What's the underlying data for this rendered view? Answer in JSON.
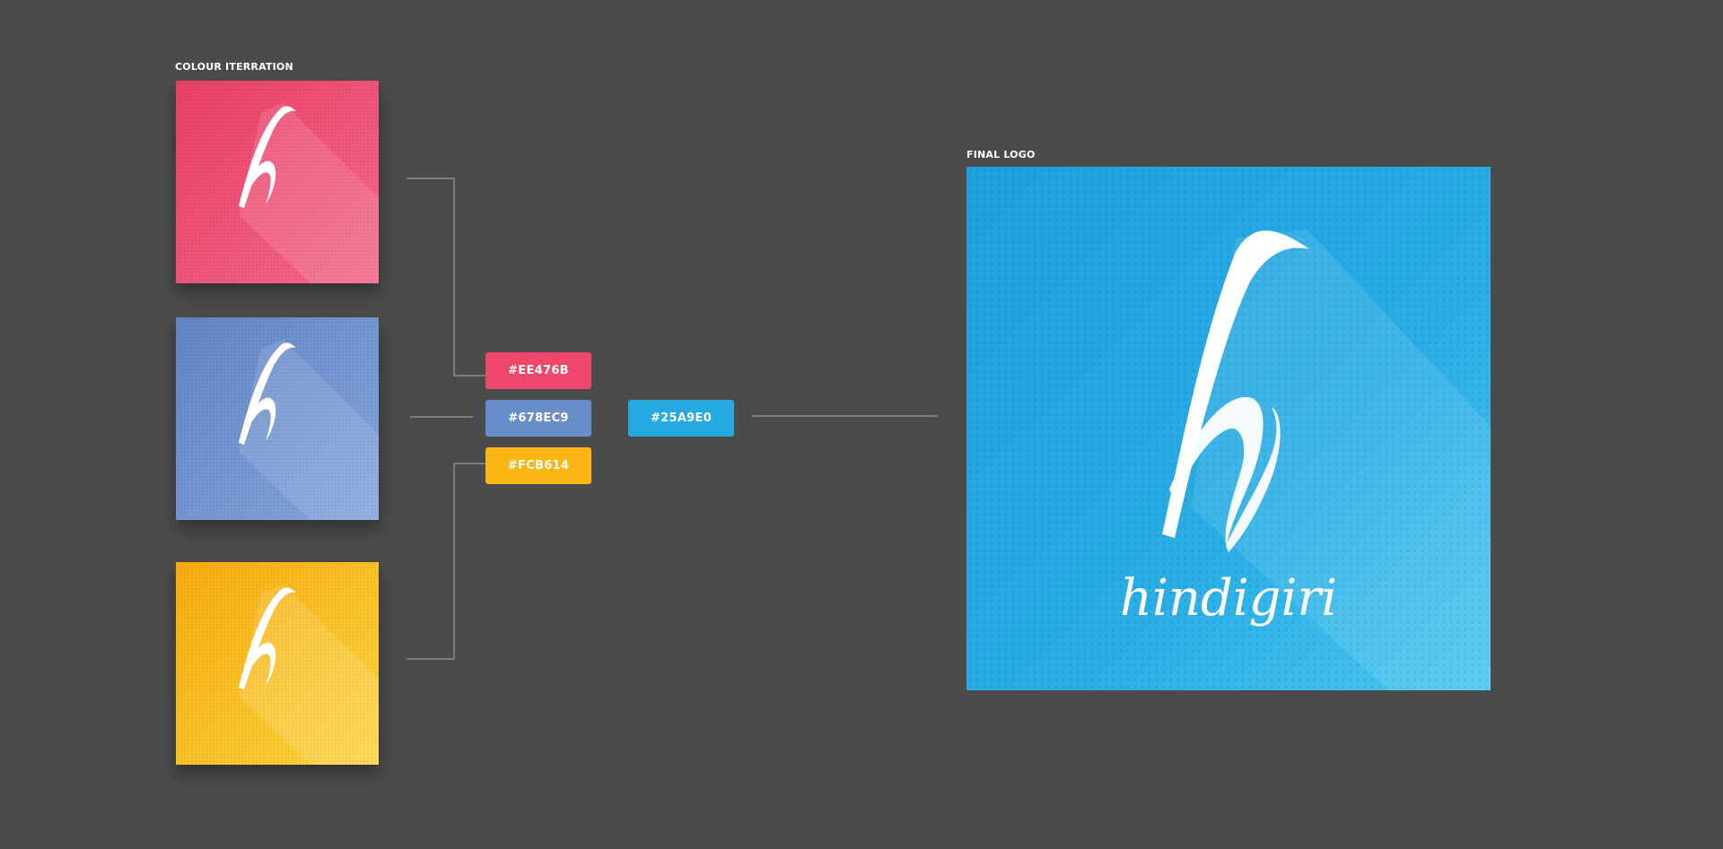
{
  "labels": {
    "colour_iteration": "COLOUR ITERRATION",
    "final_logo": "FINAL LOGO"
  },
  "iterations": [
    {
      "id": "pink",
      "top": "#ec4569",
      "bottom": "#f46a8c",
      "letter": "h"
    },
    {
      "id": "blue",
      "top": "#6587c4",
      "bottom": "#84a3dd",
      "letter": "h"
    },
    {
      "id": "yellow",
      "top": "#f9b114",
      "bottom": "#fdd23d",
      "letter": "h"
    }
  ],
  "swatches": [
    {
      "label": "#EE476B",
      "color": "#EE476B"
    },
    {
      "label": "#678EC9",
      "color": "#678EC9"
    },
    {
      "label": "#FCB614",
      "color": "#FCB614"
    }
  ],
  "final_swatch": {
    "label": "#25A9E0",
    "color": "#25A9E0"
  },
  "final_logo": {
    "letter": "h",
    "wordmark": "hindigiri",
    "top": "#22a3df",
    "bottom": "#45c4f0"
  },
  "connector_color": "#9a9a9a"
}
